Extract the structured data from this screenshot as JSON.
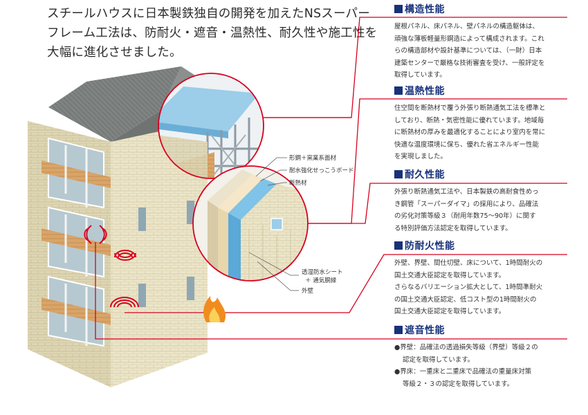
{
  "intro": {
    "lines": [
      "スチールハウスに日本製鉄独自の開発を加えたNSスーパー",
      "フレーム工法は、防耐火・遮音・温熱性、耐久性や施工性を",
      "大幅に進化させました。"
    ]
  },
  "callout_labels": {
    "frame": "形鋼＋窯業系面材",
    "gypsum": "耐水強化せっこうボード",
    "insulation": "断熱材",
    "sheet_1": "透湿防水シート",
    "sheet_2": "＋ 通気胴縁",
    "exterior": "外壁"
  },
  "sections": [
    {
      "title": "構造性能",
      "lines": [
        "屋根パネル、床パネル、壁パネルの構造躯体は、",
        "頑強な薄板軽量形鋼造によって構成されます。これ",
        "らの構造部材や設計基準については、（一財）日本",
        "建築センターで厳格な技術審査を受け、一般評定を",
        "取得しています。"
      ]
    },
    {
      "title": "温熱性能",
      "lines": [
        "住空間を断熱材で覆う外張り断熱通気工法を標準と",
        "しており、断熱・気密性能に優れています。地域毎",
        "に断熱材の厚みを最適化することにより室内を常に",
        "快適な温度環境に保ち、優れた省エネルギー性能",
        "を実現しました。"
      ]
    },
    {
      "title": "耐久性能",
      "lines": [
        "外張り断熱通気工法や、日本製鉄の高耐食性めっ",
        "き鋼管「スーパーダイマ」の採用により、品確法",
        "の劣化対策等級３（耐用年数75〜90年）に関す",
        "る特別評価方法認定を取得しています。"
      ]
    },
    {
      "title": "防耐火性能",
      "lines": [
        "外壁、界壁、間仕切壁、床について、1時間耐火の",
        "国土交通大臣認定を取得しています。",
        "さらなるバリエーション拡大として、1時間準耐火",
        "の国土交通大臣認定、低コスト型の1時間耐火の",
        "国土交通大臣認定を取得しています。"
      ]
    },
    {
      "title": "遮音性能",
      "bullets": [
        {
          "bullet": "●界壁：品確法の透過損失等級（界壁）等級２の",
          "cont": "認定を取得しています。"
        },
        {
          "bullet": "●界床：一重床と二重床で品確法の重量床対策",
          "cont": "等級２・３の認定を取得しています。"
        }
      ]
    }
  ],
  "colors": {
    "accent_red": "#d7001e",
    "heading_navy": "#17327a",
    "wall_tile": "#e9e2c4",
    "roof": "#7c807f",
    "insulation_blue": "#7fc3e8"
  },
  "icons": [
    "sound-wave-icon",
    "fire-icon"
  ]
}
